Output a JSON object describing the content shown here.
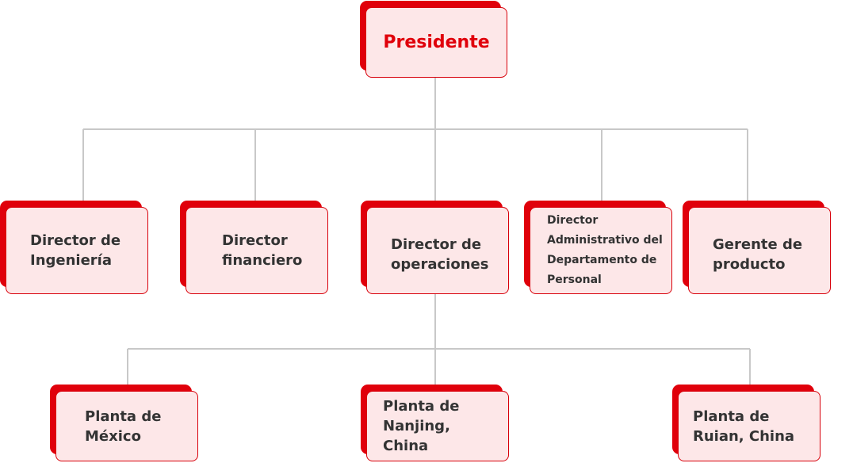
{
  "president": {
    "label": "Presidente"
  },
  "directors": [
    {
      "label": "Director de Ingeniería"
    },
    {
      "label": "Director financiero"
    },
    {
      "label": "Director de operaciones"
    },
    {
      "label": "Director Administrativo del Departamento de Personal"
    },
    {
      "label": "Gerente de producto"
    }
  ],
  "plants": [
    {
      "label": "Planta de México"
    },
    {
      "label": "Planta de Nanjing, China"
    },
    {
      "label": "Planta de Ruian, China"
    }
  ],
  "colors": {
    "accent": "#e0000b",
    "card_fill": "#fde7e8",
    "connector": "#c8c8c8",
    "text": "#333333"
  }
}
